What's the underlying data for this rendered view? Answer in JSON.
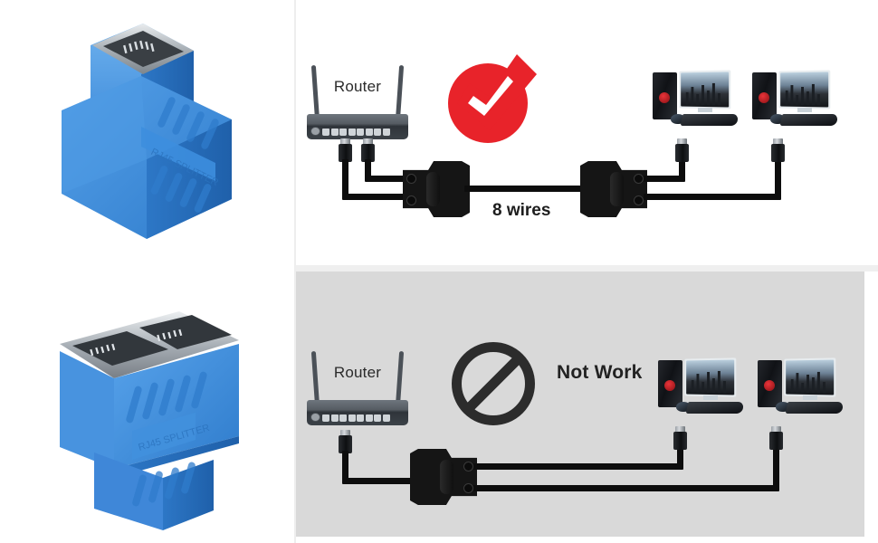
{
  "page": {
    "type": "product-infographic",
    "background": "#ffffff",
    "divider_color": "#eeeeee"
  },
  "product_photos": [
    {
      "name": "rj45-splitter-single-port-view",
      "alt": "Blue RJ45 network splitter adapter, single port facing up",
      "body_color": "#3d8ede",
      "port_count": 1,
      "embossed_text": "RJ45 SPLITTER"
    },
    {
      "name": "rj45-splitter-dual-port-view",
      "alt": "Blue RJ45 network splitter adapter, two ports facing up",
      "body_color": "#3d8ede",
      "port_count": 2,
      "embossed_text": "RJ45 SPLITTER"
    }
  ],
  "panels": [
    {
      "id": "works",
      "background": "#ffffff",
      "status": "works",
      "status_icon": "red-check-circle-icon",
      "status_color": "#e8232a",
      "router_label": "Router",
      "cable_label": "8 wires",
      "splitter_count": 2,
      "computer_count": 2,
      "computer_label": "desktop-computer"
    },
    {
      "id": "not-work",
      "background": "#d9d9d9",
      "status": "not-work",
      "status_icon": "prohibition-sign-icon",
      "status_color": "#2c2c2c",
      "status_text": "Not Work",
      "router_label": "Router",
      "splitter_count": 1,
      "computer_count": 2,
      "computer_label": "desktop-computer"
    }
  ]
}
